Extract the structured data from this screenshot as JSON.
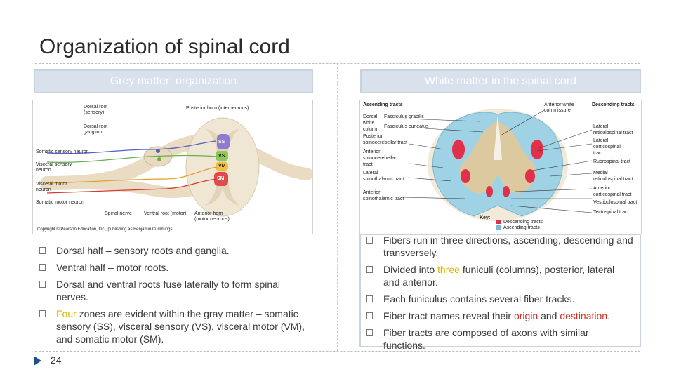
{
  "title": "Organization of spinal cord",
  "left_panel": {
    "header": "Grey matter: organization",
    "figure_labels": {
      "dorsal_root": "Dorsal root",
      "dorsal_root_sub": "(sensory)",
      "dorsal_root_ganglion_1": "Dorsal root",
      "dorsal_root_ganglion_2": "ganglion",
      "posterior_horn": "Posterior horn (interneurons)",
      "somatic_sensory": "Somatic sensory neuron",
      "visceral_sensory_1": "Visceral sensory",
      "visceral_sensory_2": "neuron",
      "visceral_motor_1": "Visceral motor",
      "visceral_motor_2": "neuron",
      "somatic_motor": "Somatic motor neuron",
      "spinal_nerve": "Spinal nerve",
      "ventral_root": "Ventral root (motor)",
      "anterior_horn_1": "Anterior horn",
      "anterior_horn_2": "(motor neurons)",
      "ss": "SS",
      "vs": "VS",
      "vm": "VM",
      "sm": "SM",
      "copyright": "Copyright © Pearson Education, Inc., publishing as Benjamin Cummings."
    },
    "bullets": [
      {
        "parts": [
          {
            "text": "Dorsal half – sensory roots and ganglia."
          }
        ]
      },
      {
        "parts": [
          {
            "text": "Ventral half – motor roots."
          }
        ]
      },
      {
        "parts": [
          {
            "text": "Dorsal and ventral roots fuse laterally to form spinal nerves."
          }
        ]
      },
      {
        "parts": [
          {
            "text": "Four",
            "color": "yellow"
          },
          {
            "text": " zones are evident within the gray matter – somatic sensory (SS), visceral sensory (VS), visceral motor (VM), and somatic motor (SM)."
          }
        ]
      }
    ]
  },
  "right_panel": {
    "header": "White matter in the spinal cord",
    "figure_labels": {
      "ascending": "Ascending tracts",
      "descending": "Descending tracts",
      "anterior_white_1": "Anterior white",
      "anterior_white_2": "commissure",
      "dorsal_white_1": "Dorsal",
      "dorsal_white_2": "white",
      "dorsal_white_3": "column",
      "fasc_gracilis": "Fasciculus gracilis",
      "fasc_cuneatus": "Fasciculus cuneatus",
      "post_spinocerebellar_1": "Posterior",
      "post_spinocerebellar_2": "spinocerebellar tract",
      "ant_spinocerebellar_1": "Anterior",
      "ant_spinocerebellar_2": "spinocerebellar",
      "ant_spinocerebellar_3": "tract",
      "lat_spinothalamic_1": "Lateral",
      "lat_spinothalamic_2": "spinothalamic tract",
      "ant_spinothalamic_1": "Anterior",
      "ant_spinothalamic_2": "spinothalamic tract",
      "lat_reticulospinal_1": "Lateral",
      "lat_reticulospinal_2": "reticulospinal tract",
      "lat_corticospinal_1": "Lateral",
      "lat_corticospinal_2": "corticospinal",
      "lat_corticospinal_3": "tract",
      "rubrospinal": "Rubrospinal tract",
      "med_reticulospinal_1": "Medial",
      "med_reticulospinal_2": "reticulospinal tract",
      "ant_corticospinal_1": "Anterior",
      "ant_corticospinal_2": "corticospinal tract",
      "vestibulospinal": "Vestibulospinal tract",
      "tectospinal": "Tectospinal tract",
      "key": "Key:",
      "key_desc": "Descending tracts",
      "key_asc": "Ascending tracts"
    },
    "bullets": [
      {
        "parts": [
          {
            "text": "Fibers run in three directions, ascending, descending and transversely."
          }
        ]
      },
      {
        "parts": [
          {
            "text": "Divided into "
          },
          {
            "text": "three",
            "color": "yellow"
          },
          {
            "text": " funiculi (columns), posterior, lateral and anterior."
          }
        ]
      },
      {
        "parts": [
          {
            "text": "Each funiculus contains several fiber tracks."
          }
        ]
      },
      {
        "parts": [
          {
            "text": "Fiber tract names reveal their "
          },
          {
            "text": "origin",
            "color": "red"
          },
          {
            "text": " and "
          },
          {
            "text": "destination",
            "color": "red"
          },
          {
            "text": "."
          }
        ]
      },
      {
        "parts": [
          {
            "text": "Fiber tracts are composed of axons with similar functions."
          }
        ]
      }
    ]
  },
  "page_number": "24",
  "colors": {
    "yellow": "#e0b200",
    "red": "#d03020",
    "header_bg": "#d9e1ec",
    "accent": "#1f4e8c"
  }
}
